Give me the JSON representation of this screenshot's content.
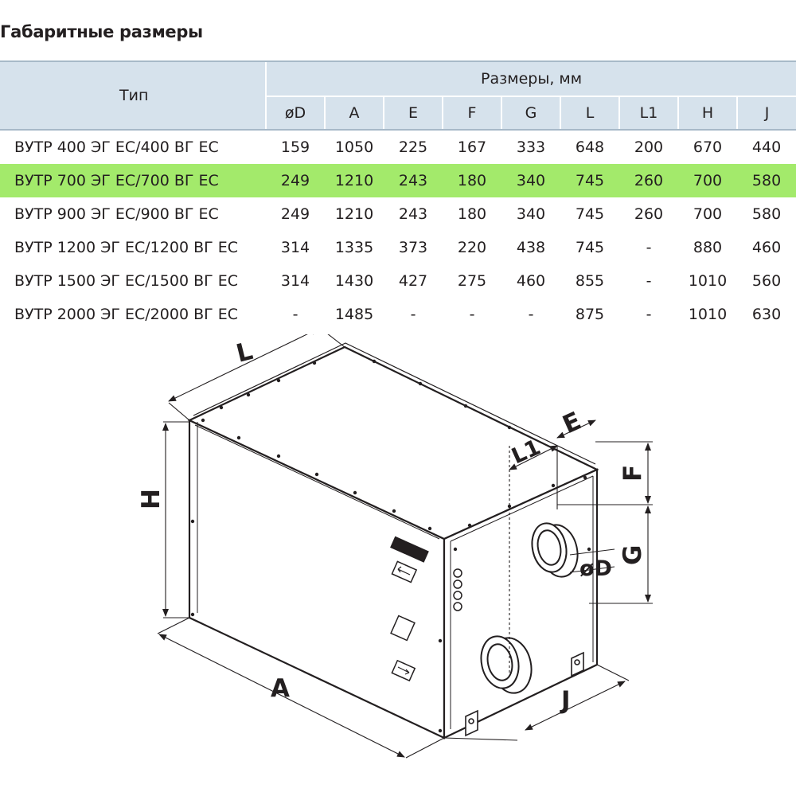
{
  "title": "Габаритные размеры",
  "table": {
    "type_header": "Тип",
    "group_header": "Размеры, мм",
    "columns": [
      "øD",
      "A",
      "E",
      "F",
      "G",
      "L",
      "L1",
      "H",
      "J"
    ],
    "rows": [
      {
        "name": "ВУТР 400 ЭГ ЕС/400 ВГ ЕС",
        "values": [
          "159",
          "1050",
          "225",
          "167",
          "333",
          "648",
          "200",
          "670",
          "440"
        ],
        "highlighted": false
      },
      {
        "name": "ВУТР 700 ЭГ ЕС/700 ВГ ЕС",
        "values": [
          "249",
          "1210",
          "243",
          "180",
          "340",
          "745",
          "260",
          "700",
          "580"
        ],
        "highlighted": true
      },
      {
        "name": "ВУТР 900 ЭГ ЕС/900 ВГ ЕС",
        "values": [
          "249",
          "1210",
          "243",
          "180",
          "340",
          "745",
          "260",
          "700",
          "580"
        ],
        "highlighted": false
      },
      {
        "name": "ВУТР 1200 ЭГ ЕС/1200 ВГ ЕС",
        "values": [
          "314",
          "1335",
          "373",
          "220",
          "438",
          "745",
          "-",
          "880",
          "460"
        ],
        "highlighted": false
      },
      {
        "name": "ВУТР 1500 ЭГ ЕС/1500 ВГ ЕС",
        "values": [
          "314",
          "1430",
          "427",
          "275",
          "460",
          "855",
          "-",
          "1010",
          "560"
        ],
        "highlighted": false
      },
      {
        "name": "ВУТР 2000 ЭГ ЕС/2000 ВГ ЕС",
        "values": [
          "-",
          "1485",
          "-",
          "-",
          "-",
          "875",
          "-",
          "1010",
          "630"
        ],
        "highlighted": false
      }
    ]
  },
  "drawing": {
    "labels": {
      "L": "L",
      "H": "H",
      "A": "A",
      "L1": "L1",
      "E": "E",
      "F": "F",
      "G": "G",
      "D": "øD",
      "J": "J"
    }
  },
  "colors": {
    "header_bg": "#d6e2ec",
    "highlight_row": "#a3ea6b",
    "line": "#231f20"
  }
}
